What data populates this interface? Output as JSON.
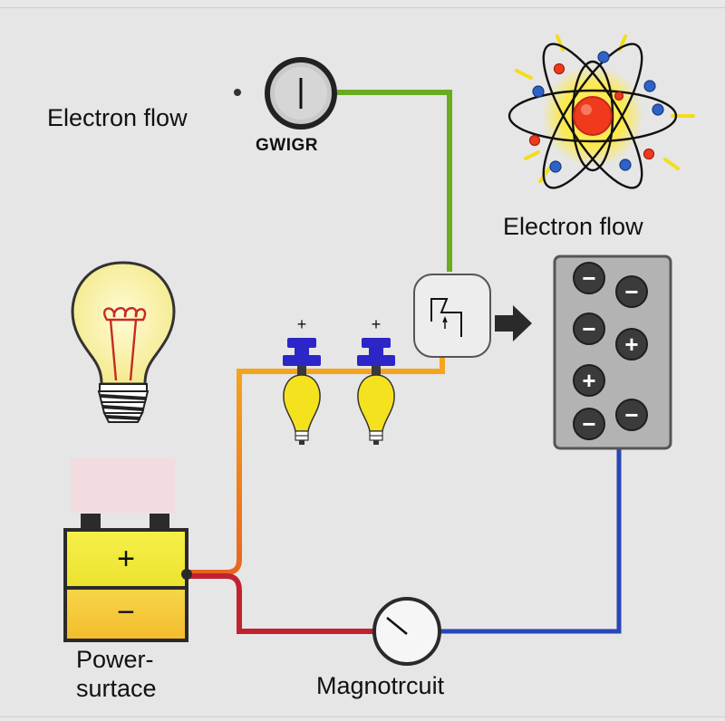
{
  "labels": {
    "electron_flow_left": "Electron flow",
    "meter_caption": "GWIGR",
    "electron_flow_right": "Electron flow",
    "power_line1": "Power-",
    "power_line2": "surtace",
    "magnot": "Magnotrcuit"
  },
  "battery": {
    "plus": "+",
    "minus": "−"
  },
  "small_bulbs": {
    "plus_symbol": "+"
  },
  "panel": {
    "signs": [
      "−",
      "−",
      "−",
      "+",
      "+",
      "−",
      "−",
      "−"
    ]
  },
  "colors": {
    "background": "#e6e6e6",
    "wire_green": "#6aac1f",
    "wire_orange": "#f2a21f",
    "wire_red": "#c0232f",
    "wire_blue": "#2746b8",
    "battery_yellow": "#f2ea3a",
    "panel_gray": "#b3b3b3",
    "nucleus": "#ef3a1d"
  }
}
